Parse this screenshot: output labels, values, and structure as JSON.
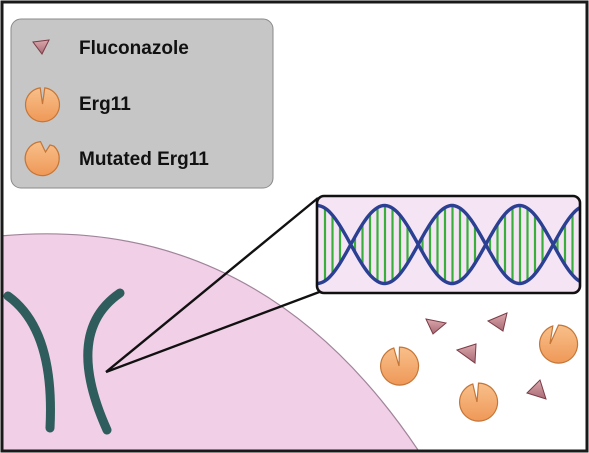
{
  "legend": {
    "items": [
      {
        "label": "Fluconazole",
        "icon": "fluconazole-triangle-icon"
      },
      {
        "label": "Erg11",
        "icon": "erg11-enzyme-icon"
      },
      {
        "label": "Mutated Erg11",
        "icon": "mutated-erg11-enzyme-icon"
      }
    ]
  },
  "colors": {
    "frame": "#1a1a1a",
    "legend_bg": "#c6c6c6",
    "nucleus": "#f1cfe6",
    "chromosome": "#2f5c5c",
    "inset_bg": "#f4e4f4",
    "dna_strand": "#2b3f93",
    "base_pair": "#3aae3a",
    "mutation": "#e0202a",
    "enzyme_fill": "#f4a96c",
    "enzyme_stroke": "#c47638",
    "drug_fill": "#c98e96",
    "drug_stroke": "#7a3c46"
  }
}
